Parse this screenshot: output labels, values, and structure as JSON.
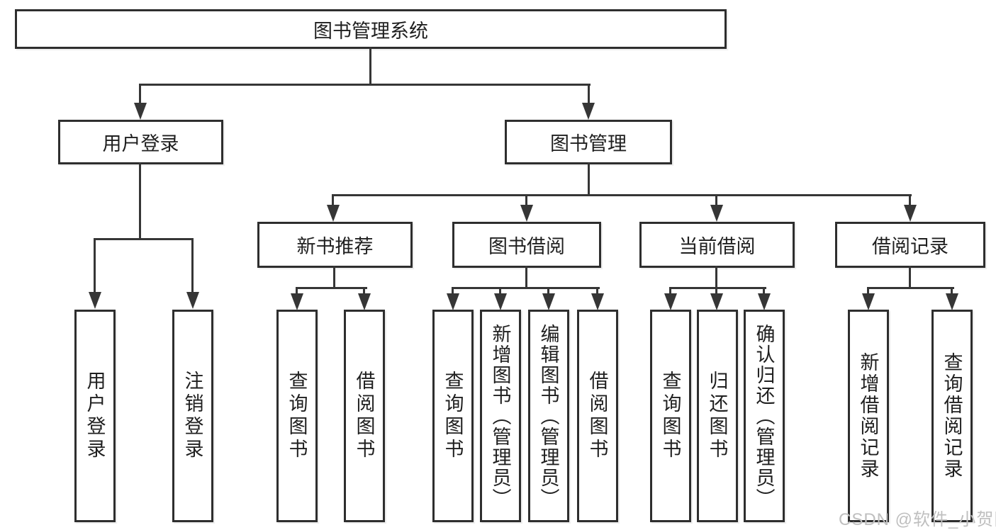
{
  "diagram_title": "图书管理系统",
  "tree": {
    "root": {
      "label": "图书管理系统",
      "children": [
        {
          "label": "用户登录",
          "children": [
            {
              "label": "用户登录"
            },
            {
              "label": "注销登录"
            }
          ]
        },
        {
          "label": "图书管理",
          "children": [
            {
              "label": "新书推荐",
              "children": [
                {
                  "label": "查询图书"
                },
                {
                  "label": "借阅图书"
                }
              ]
            },
            {
              "label": "图书借阅",
              "children": [
                {
                  "label": "查询图书"
                },
                {
                  "label": "新增图书（管理员）"
                },
                {
                  "label": "编辑图书（管理员）"
                },
                {
                  "label": "借阅图书"
                }
              ]
            },
            {
              "label": "当前借阅",
              "children": [
                {
                  "label": "查询图书"
                },
                {
                  "label": "归还图书"
                },
                {
                  "label": "确认归还（管理员）"
                }
              ]
            },
            {
              "label": "借阅记录",
              "children": [
                {
                  "label": "新增借阅记录"
                },
                {
                  "label": "查询借阅记录"
                }
              ]
            }
          ]
        }
      ]
    }
  },
  "watermark": {
    "text": "CSDN @软件_小贺同学"
  },
  "colors": {
    "line": "#363636",
    "box_border": "#2e2e2e",
    "box_background": "#ffffff",
    "text": "#1f1f1f",
    "watermark": "#bfbfbf",
    "page_background": "#ffffff"
  }
}
